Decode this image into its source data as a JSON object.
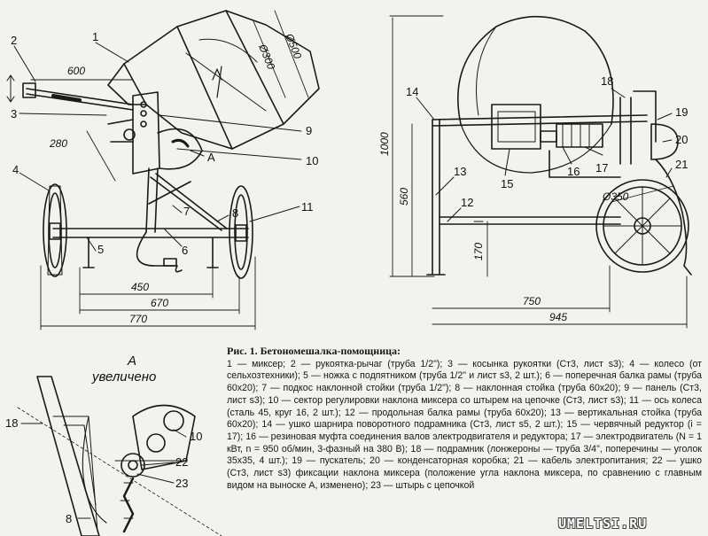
{
  "side_view": {
    "labels": [
      "1",
      "2",
      "3",
      "4",
      "5",
      "6",
      "7",
      "8",
      "9",
      "10",
      "11"
    ],
    "label_a": "A",
    "dims": {
      "d500": "Ø500",
      "d300": "Ø300",
      "l600": "600",
      "l280": "280",
      "l450": "450",
      "l670": "670",
      "l770": "770"
    }
  },
  "front_view": {
    "labels": [
      "12",
      "13",
      "14",
      "15",
      "16",
      "17",
      "18",
      "19",
      "20",
      "21"
    ],
    "dims": {
      "h1000": "1000",
      "h560": "560",
      "h170": "170",
      "d350": "Ø350",
      "w750": "750",
      "w945": "945"
    }
  },
  "detail": {
    "title_letter": "A",
    "title_word": "увеличено",
    "labels": [
      "18",
      "10",
      "22",
      "23",
      "8"
    ]
  },
  "caption": {
    "title": "Рис. 1. Бетономешалка-помощница:",
    "body": "1 — миксер; 2 — рукоятка-рычаг (труба 1/2\"); 3 — косынка рукоятки (Ст3, лист s3); 4 — колесо (от сельхозтехники); 5 — ножка с подпятником (труба 1/2\" и лист s3, 2 шт.); 6 — поперечная балка рамы (труба 60х20); 7 — подкос наклонной стойки (труба 1/2\"); 8 — наклонная стойка (труба 60х20); 9 — панель (Ст3, лист s3); 10 — сектор регулировки наклона миксера со штырем на цепочке (Ст3, лист s3); 11 — ось колеса (сталь 45, круг 16, 2 шт.); 12 — продольная балка рамы (труба 60х20); 13 — вертикальная стойка (труба 60х20); 14 — ушко шарнира поворотного подрамника (Ст3, лист s5, 2 шт.); 15 — червячный редуктор (i = 17); 16 — резиновая муфта соединения валов электродвигателя и редуктора; 17 — электродвигатель (N = 1 кВт, n = 950 об/мин, 3-фазный на 380 В); 18 — подрамник (лонжероны — труба 3/4\", поперечины — уголок 35х35, 4 шт.); 19 — пускатель; 20 — конденсаторная коробка; 21 — кабель электропитания; 22 — ушко (Ст3, лист s3) фиксации наклона миксера (положение угла наклона миксера, по сравнению с главным видом на выноске А, изменено); 23 — штырь с цепочкой"
  },
  "watermark": "UMELTSI.RU"
}
